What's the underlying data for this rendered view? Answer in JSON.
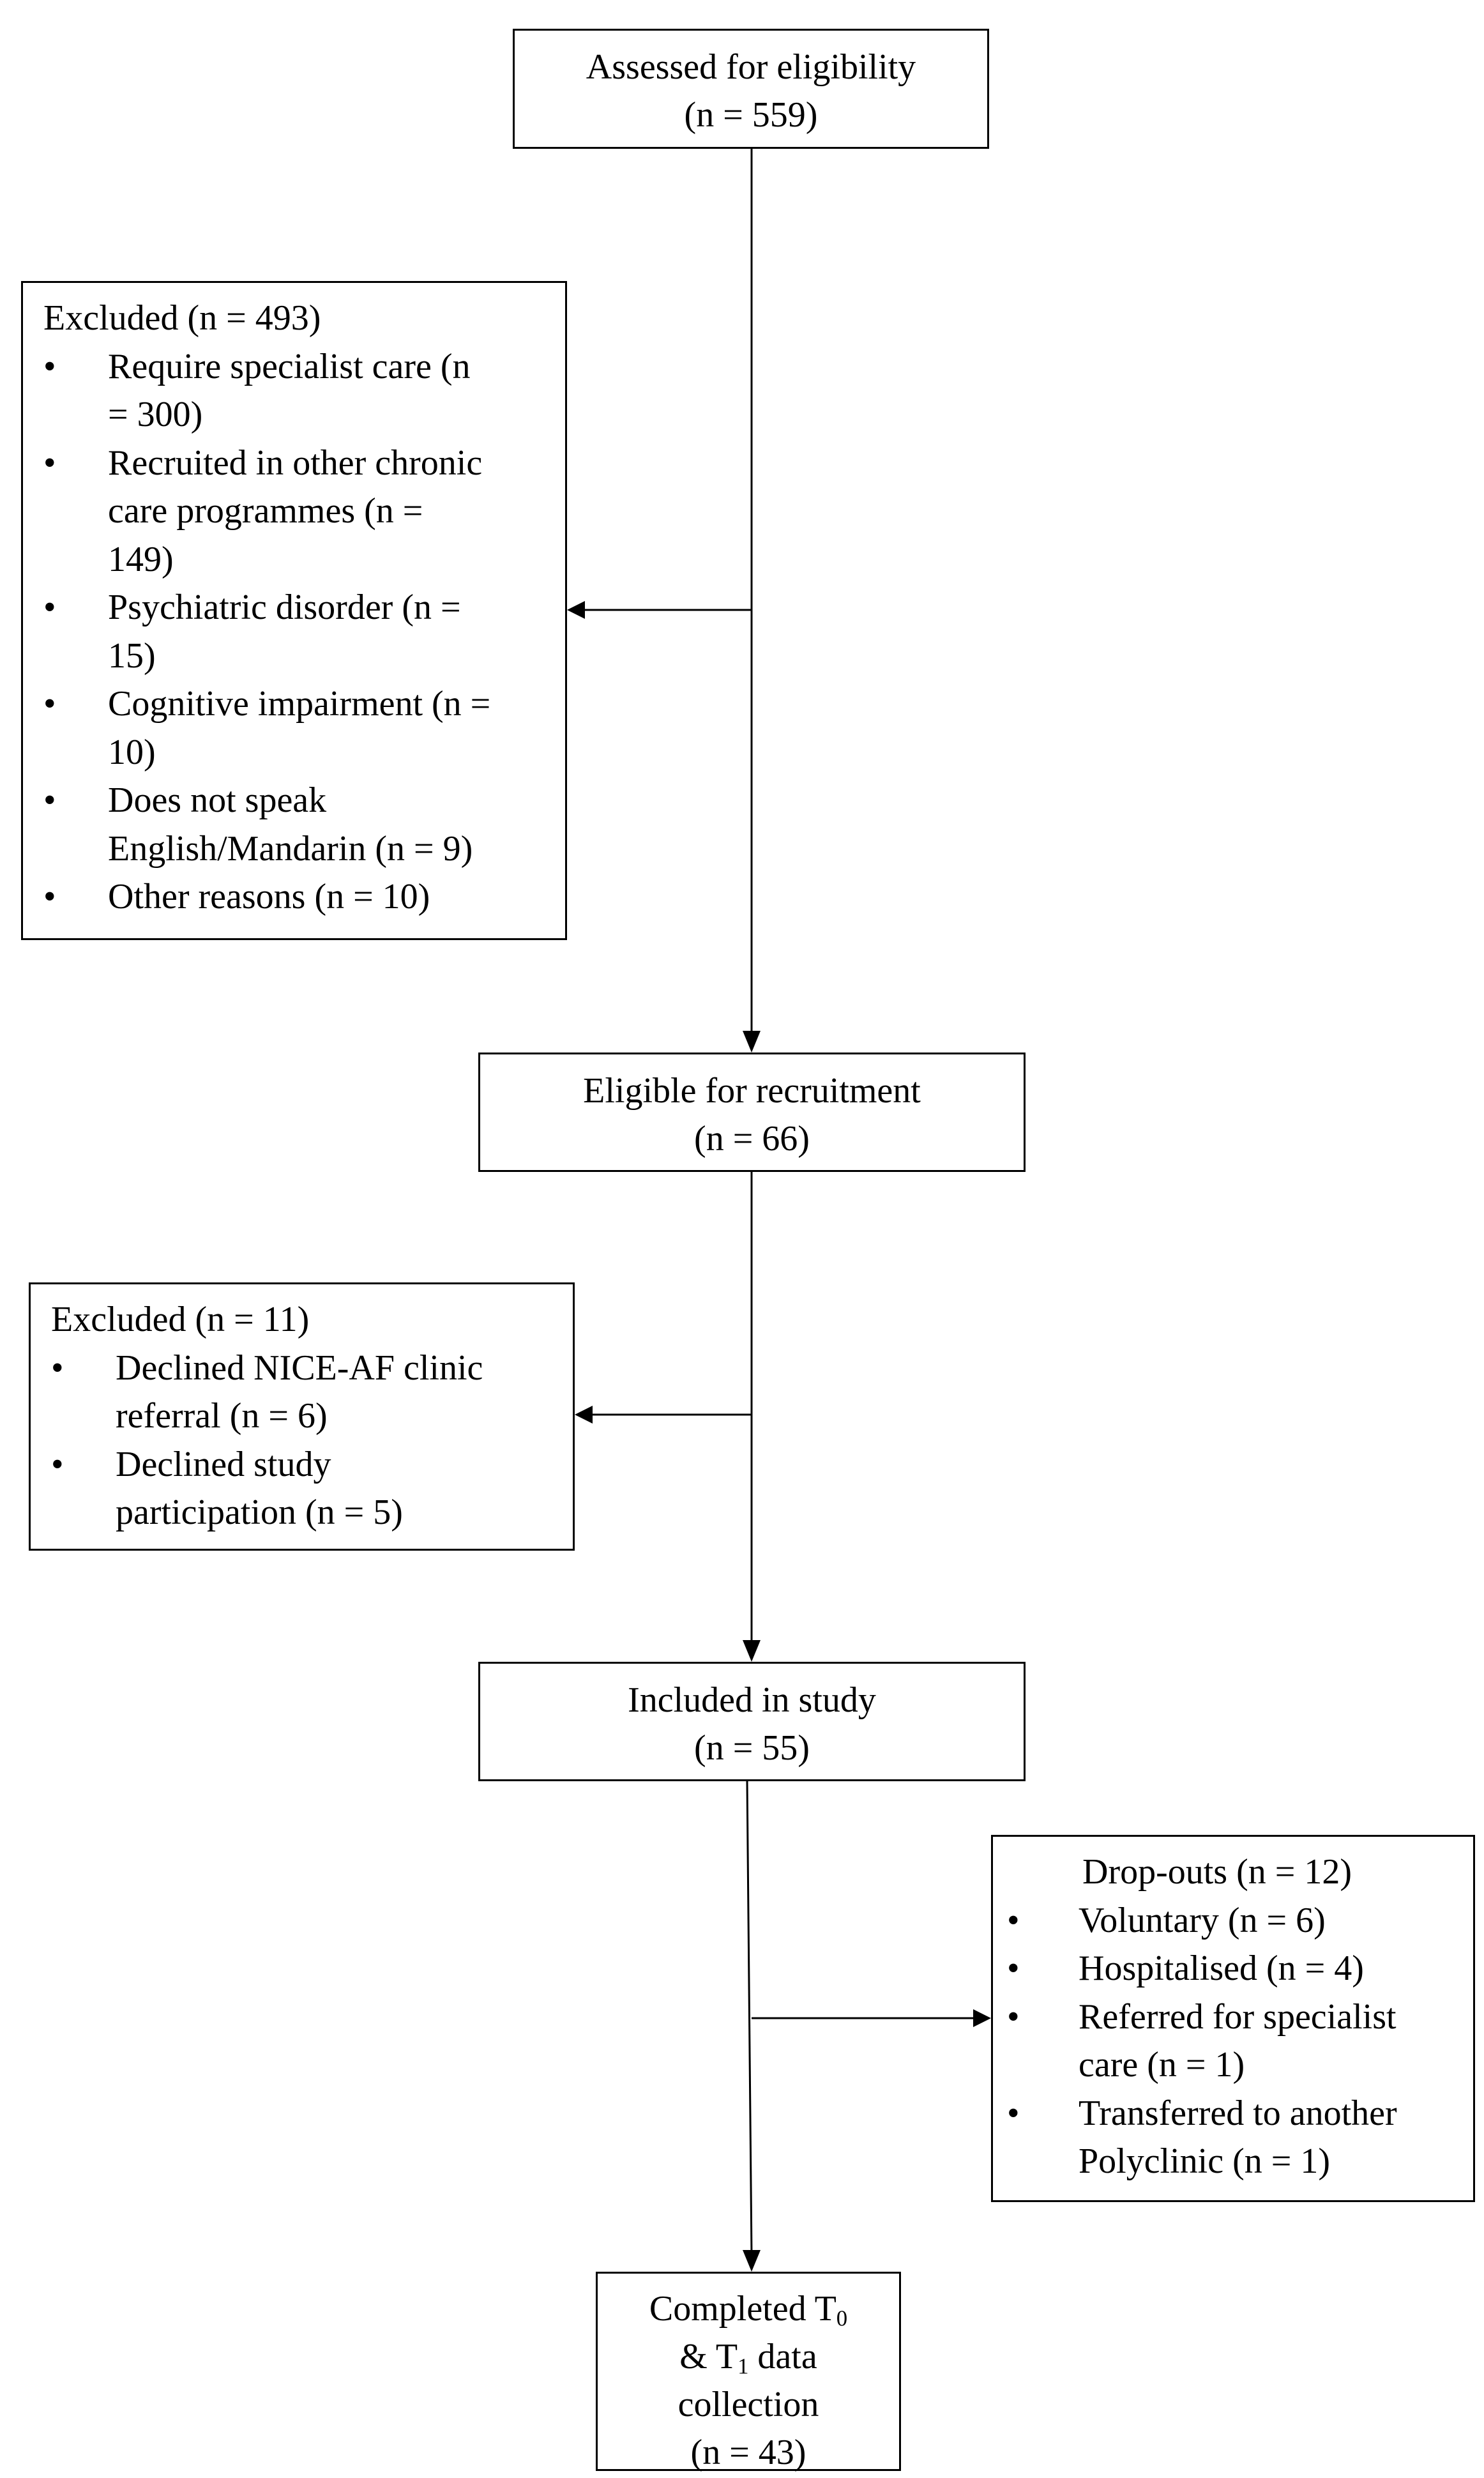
{
  "flow": {
    "assessed": {
      "line1": "Assessed for eligibility",
      "line2": "(n = 559)"
    },
    "excluded1": {
      "heading": "Excluded (n = 493)",
      "bullet": "•",
      "items": [
        {
          "l1": "Require specialist care (n",
          "l2": "= 300)"
        },
        {
          "l1": "Recruited in other chronic",
          "l2": "care programmes (n =",
          "l3": "149)"
        },
        {
          "l1": "Psychiatric disorder (n =",
          "l2": "15)"
        },
        {
          "l1": "Cognitive impairment (n =",
          "l2": "10)"
        },
        {
          "l1": "Does not speak",
          "l2": "English/Mandarin (n = 9)"
        },
        {
          "l1": "Other reasons (n = 10)"
        }
      ]
    },
    "eligible": {
      "line1": "Eligible for recruitment",
      "line2": "(n = 66)"
    },
    "excluded2": {
      "heading": "Excluded (n = 11)",
      "bullet": "•",
      "items": [
        {
          "l1": "Declined NICE-AF clinic",
          "l2": "referral (n = 6)"
        },
        {
          "l1": "Declined study",
          "l2": "participation (n = 5)"
        }
      ]
    },
    "included": {
      "line1": "Included in study",
      "line2": "(n = 55)"
    },
    "dropouts": {
      "heading": "Drop-outs (n = 12)",
      "bullet": "•",
      "items": [
        {
          "l1": "Voluntary (n = 6)"
        },
        {
          "l1": "Hospitalised (n = 4)"
        },
        {
          "l1": "Referred for specialist",
          "l2": "care (n = 1)"
        },
        {
          "l1": "Transferred to another",
          "l2": "Polyclinic (n = 1)"
        }
      ]
    },
    "completed": {
      "line1_prefix": "Completed T",
      "line1_sub": "0",
      "line2_prefix": "& T",
      "line2_sub": "1",
      "line2_suffix": " data",
      "line3": "collection",
      "line4": "(n = 43)"
    }
  }
}
